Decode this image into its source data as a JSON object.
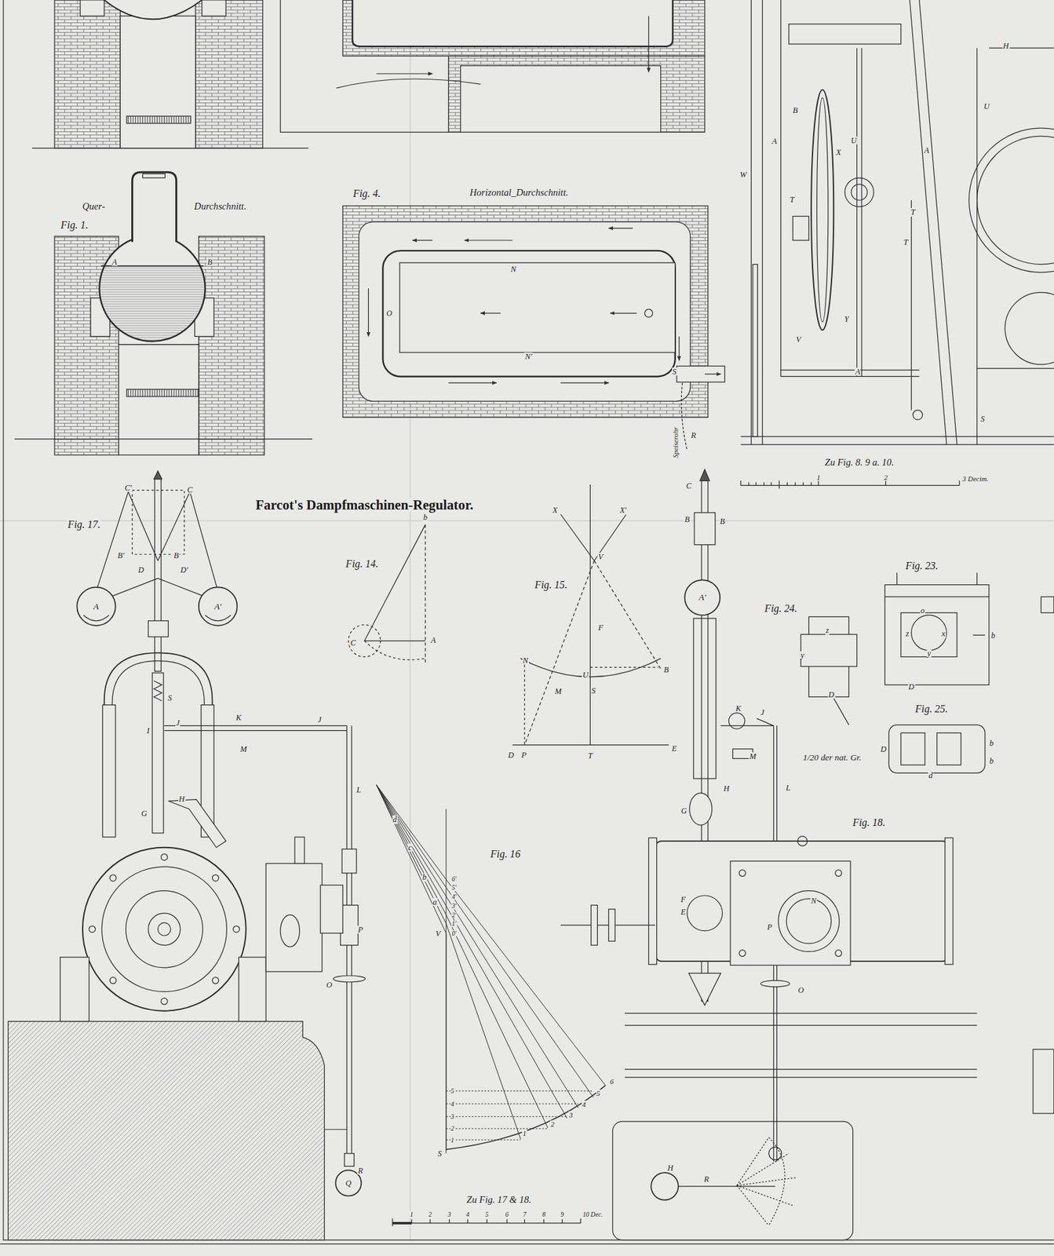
{
  "diagram": {
    "title": "Farcot's Dampfmaschinen-Regulator.",
    "labels": [
      "Quer-",
      "Durchschnitt.",
      "Fig. 1.",
      "A",
      "B",
      "Fig. 4.",
      "Horizontal_Durchschnitt.",
      "N",
      "O",
      "N'",
      "S",
      "R",
      "Speiserohr",
      "A",
      "B",
      "W",
      "X",
      "U",
      "T",
      "T",
      "T",
      "V",
      "Y",
      "A",
      "A",
      "S",
      "H",
      "U",
      "Zu Fig. 8. 9 a. 10.",
      "1",
      "2",
      "3 Decim.",
      "Fig. 17.",
      "C'",
      "C",
      "B'",
      "B",
      "D",
      "D'",
      "A",
      "A'",
      "S",
      "J",
      "I",
      "K",
      "J",
      "M",
      "L",
      "G",
      "H",
      "P",
      "O",
      "R",
      "Q",
      "Fig. 14.",
      "b",
      "C",
      "A",
      "Fig. 15.",
      "X",
      "X'",
      "V",
      "F",
      "N",
      "U",
      "B",
      "M",
      "S",
      "D",
      "P",
      "T",
      "E",
      "Fig. 16",
      "d",
      "c",
      "b",
      "a",
      "V",
      "6'",
      "5'",
      "4'",
      "3'",
      "2'",
      "1'",
      "0'",
      "6",
      "5",
      "4",
      "3",
      "2",
      "1",
      "S",
      "5",
      "4",
      "3",
      "2",
      "1",
      "Zu Fig. 17 & 18.",
      "1",
      "2",
      "3",
      "4",
      "5",
      "6",
      "7",
      "8",
      "9",
      "10 Dec.",
      "C",
      "B",
      "B",
      "A'",
      "K",
      "J",
      "M",
      "H",
      "G",
      "L",
      "Fig. 18.",
      "F",
      "E",
      "N",
      "P",
      "O",
      "H",
      "R",
      "Fig. 23.",
      "Fig. 24.",
      "Fig. 25.",
      "1/20 der nat. Gr.",
      "z",
      "y",
      "D",
      "o",
      "z",
      "x",
      "y",
      "b",
      "D",
      "D",
      "b",
      "b",
      "d"
    ]
  }
}
